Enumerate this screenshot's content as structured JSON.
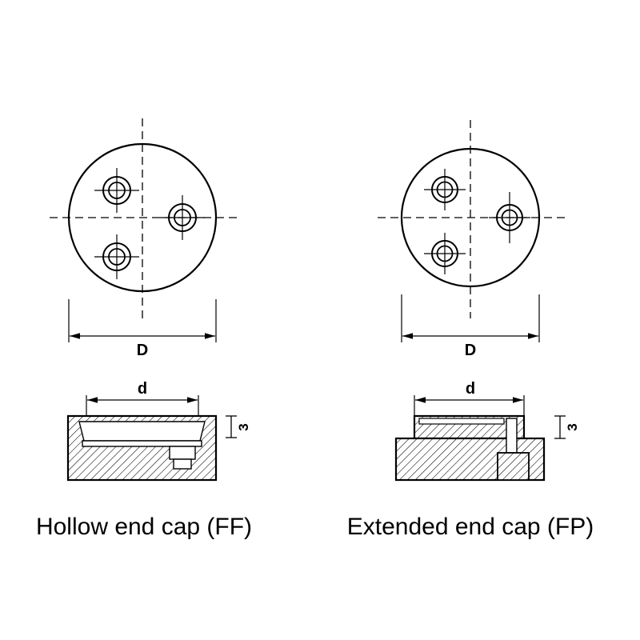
{
  "colors": {
    "line": "#000000",
    "background": "#ffffff"
  },
  "left": {
    "caption": "Hollow end cap (FF)",
    "dim_outer_diameter": "D",
    "dim_inner_diameter": "d",
    "dim_thickness": "3"
  },
  "right": {
    "caption": "Extended end cap (FP)",
    "dim_outer_diameter": "D",
    "dim_inner_diameter": "d",
    "dim_thickness": "3"
  }
}
